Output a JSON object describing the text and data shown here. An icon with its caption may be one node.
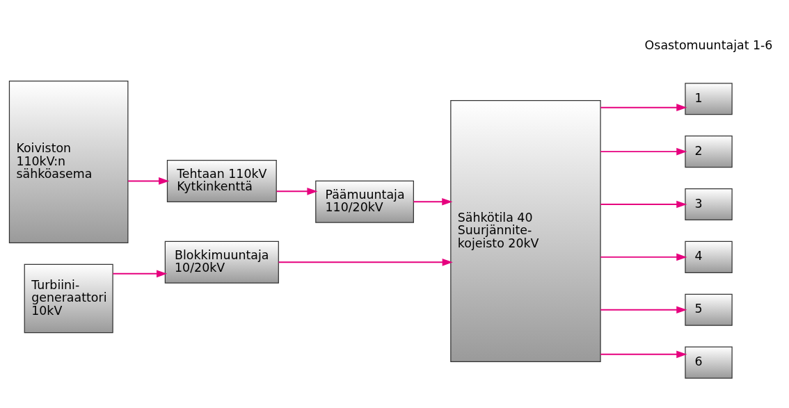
{
  "diagram": {
    "nodes": [
      {
        "text": [
          "Koiviston 110kV:n sähköasema"
        ]
      },
      {
        "text": [
          "Tehtaan 110kV Kytkinkenttä"
        ]
      },
      {
        "text": [
          "Päämuuntaja 110/20kV"
        ]
      },
      {
        "text": [
          "Sähkötila 40 Suurjännite- kojeisto 20kV"
        ]
      },
      {
        "text": [
          "Turbiini- generaattori 10kV"
        ]
      },
      {
        "text": [
          "Blokkimuuntaja 10/20kV"
        ]
      },
      {
        "text": [
          "1"
        ]
      },
      {
        "text": [
          "2"
        ]
      },
      {
        "text": [
          "3"
        ]
      },
      {
        "text": [
          "4"
        ]
      },
      {
        "text": [
          "5"
        ]
      },
      {
        "text": [
          "6"
        ]
      }
    ],
    "edges": [
      {
        "from": 0,
        "to": 1,
        "arrow": "to"
      },
      {
        "from": 1,
        "to": 2,
        "arrow": "to"
      },
      {
        "from": 2,
        "to": 3,
        "arrow": "to"
      },
      {
        "from": 4,
        "to": 5,
        "arrow": "to"
      },
      {
        "from": 5,
        "to": 3,
        "arrow": "to"
      },
      {
        "from": 3,
        "to": 6,
        "arrow": "to"
      },
      {
        "from": 3,
        "to": 7,
        "arrow": "to"
      },
      {
        "from": 3,
        "to": 8,
        "arrow": "to"
      },
      {
        "from": 3,
        "to": 9,
        "arrow": "to"
      },
      {
        "from": 3,
        "to": 10,
        "arrow": "to"
      },
      {
        "from": 3,
        "to": 11,
        "arrow": "to"
      }
    ],
    "labels": [
      "Osastomuuntajat 1-6"
    ]
  }
}
